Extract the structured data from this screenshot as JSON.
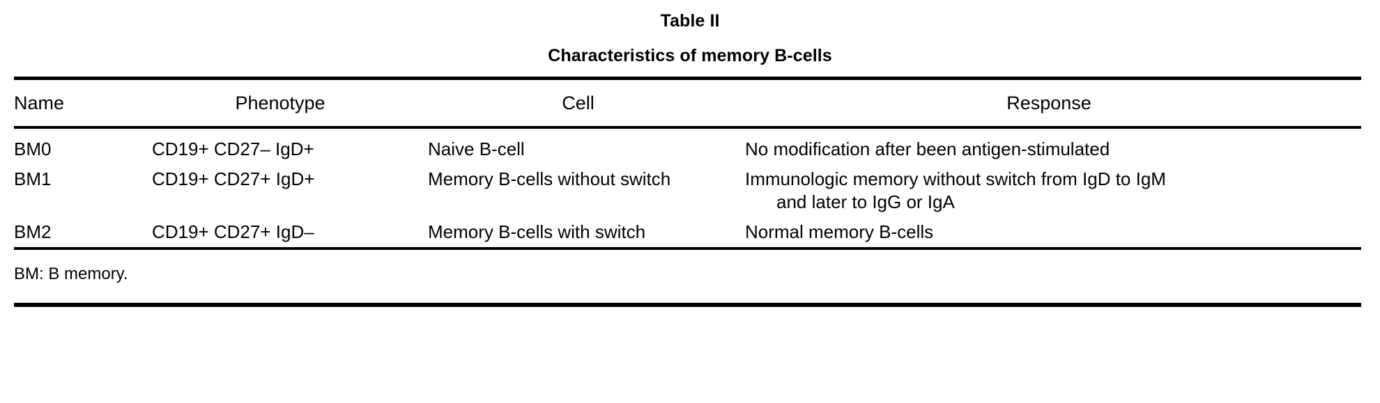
{
  "caption": {
    "table_label": "Table II",
    "title": "Characteristics of memory B-cells"
  },
  "table": {
    "columns": [
      {
        "key": "name",
        "label": "Name",
        "align": "left"
      },
      {
        "key": "phenotype",
        "label": "Phenotype",
        "align": "center"
      },
      {
        "key": "cell",
        "label": "Cell",
        "align": "center"
      },
      {
        "key": "response",
        "label": "Response",
        "align": "center"
      }
    ],
    "rows": [
      {
        "name": "BM0",
        "phenotype": "CD19+ CD27– IgD+",
        "cell": "Naive B-cell",
        "response_line_1": "No modification after been antigen-stimulated",
        "response_line_2": ""
      },
      {
        "name": "BM1",
        "phenotype": "CD19+ CD27+ IgD+",
        "cell": "Memory B-cells without switch",
        "response_line_1": "Immunologic memory without switch from IgD to IgM",
        "response_line_2": "and later to IgG or IgA"
      },
      {
        "name": "BM2",
        "phenotype": "CD19+ CD27+ IgD–",
        "cell": "Memory B-cells with switch",
        "response_line_1": "Normal memory B-cells",
        "response_line_2": ""
      }
    ],
    "footnote": "BM: B memory."
  },
  "style": {
    "text_color": "#000000",
    "background_color": "#ffffff",
    "rule_color": "#000000"
  }
}
